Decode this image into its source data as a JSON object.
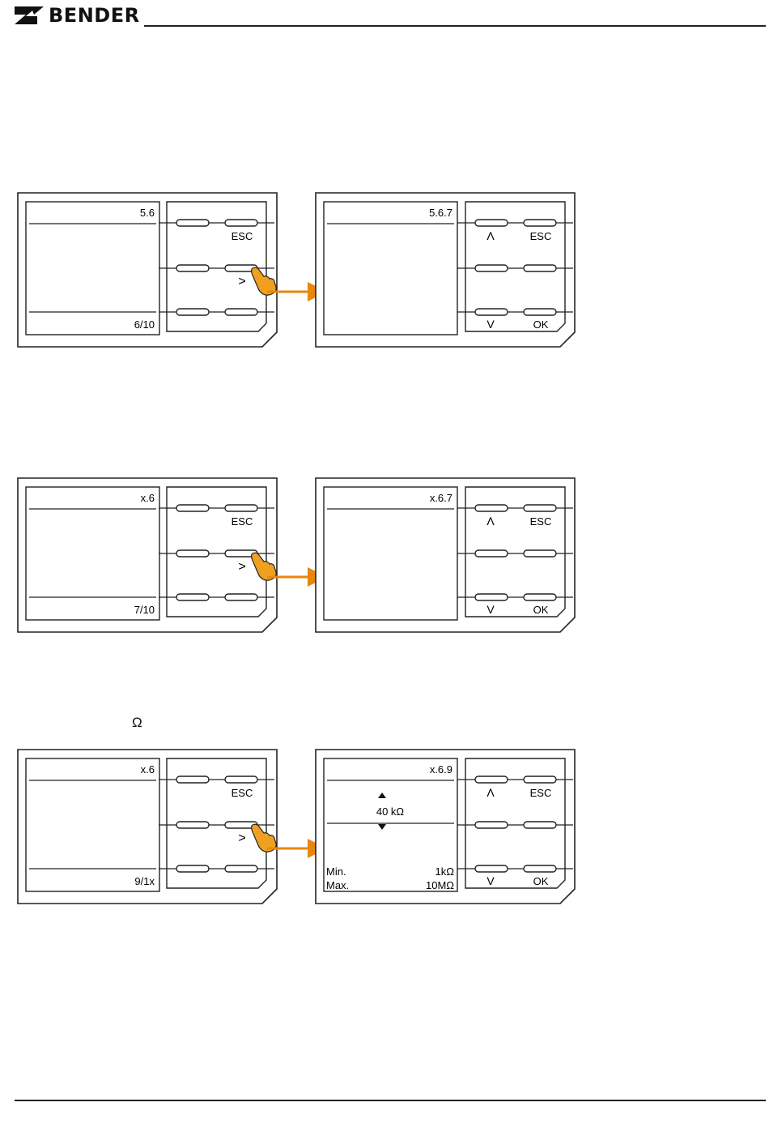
{
  "brand": {
    "name": "BENDER",
    "logo_icon": "bender-lightning-logo"
  },
  "omega_symbol": "Ω",
  "colors": {
    "arrow": "#E8870E",
    "hand": "#F0A020",
    "line": "#222222"
  },
  "figures": [
    {
      "left_screen": {
        "menu": "5.6",
        "page": "6/10"
      },
      "left_keys": {
        "esc": "ESC",
        "right": ">"
      },
      "right_screen": {
        "menu": "5.6.7"
      },
      "right_keys": {
        "up": "Λ",
        "esc": "ESC",
        "down": "V",
        "ok": "OK"
      }
    },
    {
      "left_screen": {
        "menu": "x.6",
        "page": "7/10"
      },
      "left_keys": {
        "esc": "ESC",
        "right": ">"
      },
      "right_screen": {
        "menu": "x.6.7"
      },
      "right_keys": {
        "up": "Λ",
        "esc": "ESC",
        "down": "V",
        "ok": "OK"
      }
    },
    {
      "left_screen": {
        "menu": "x.6",
        "page": "9/1x"
      },
      "left_keys": {
        "esc": "ESC",
        "right": ">"
      },
      "right_screen": {
        "menu": "x.6.9",
        "value": "40 kΩ",
        "min_label": "Min.",
        "min_value": "1kΩ",
        "max_label": "Max.",
        "max_value": "10MΩ"
      },
      "right_keys": {
        "up": "Λ",
        "esc": "ESC",
        "down": "V",
        "ok": "OK"
      }
    }
  ]
}
